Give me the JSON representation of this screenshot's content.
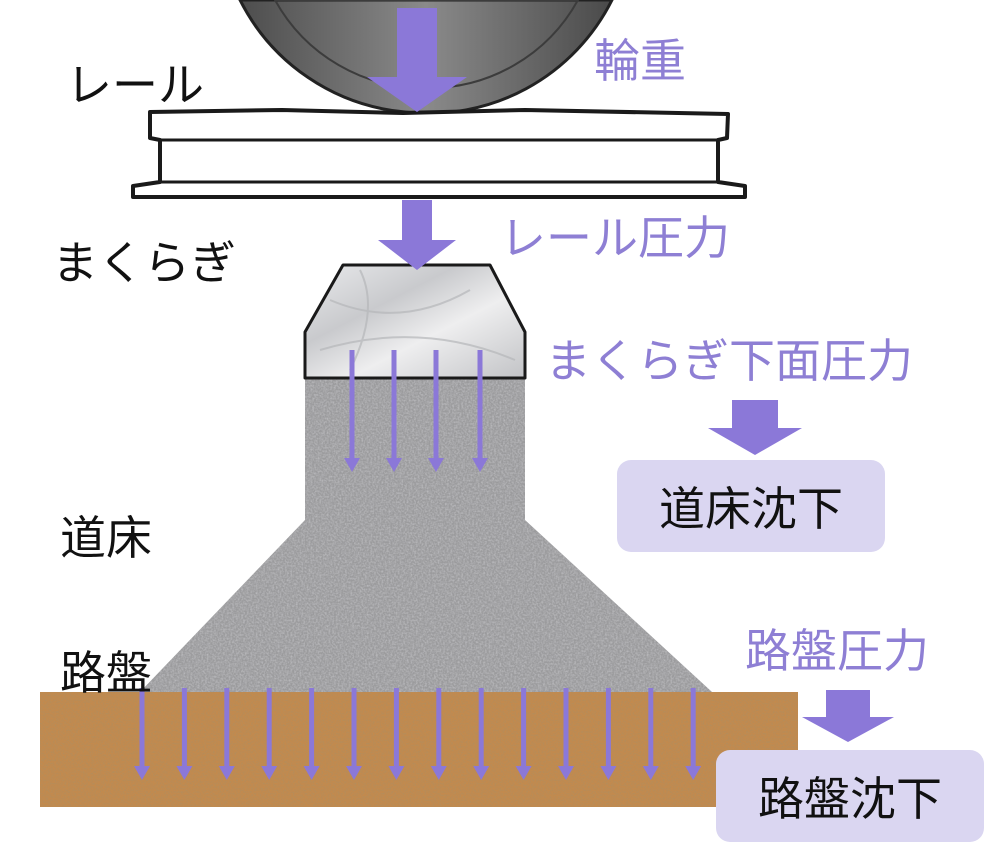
{
  "labels": {
    "rail": "レール",
    "sleeper": "まくらぎ",
    "ballast": "道床",
    "roadbed": "路盤"
  },
  "forces": {
    "wheel_load": "輪重",
    "rail_pressure": "レール圧力",
    "sleeper_bottom_pressure": "まくらぎ下面圧力",
    "roadbed_pressure": "路盤圧力"
  },
  "results": {
    "ballast_settlement": "道床沈下",
    "roadbed_settlement": "路盤沈下"
  },
  "colors": {
    "accent": "#8e7fd4",
    "arrow": "#8b78d8",
    "box_fill": "#dad6f1",
    "text": "#111111"
  }
}
